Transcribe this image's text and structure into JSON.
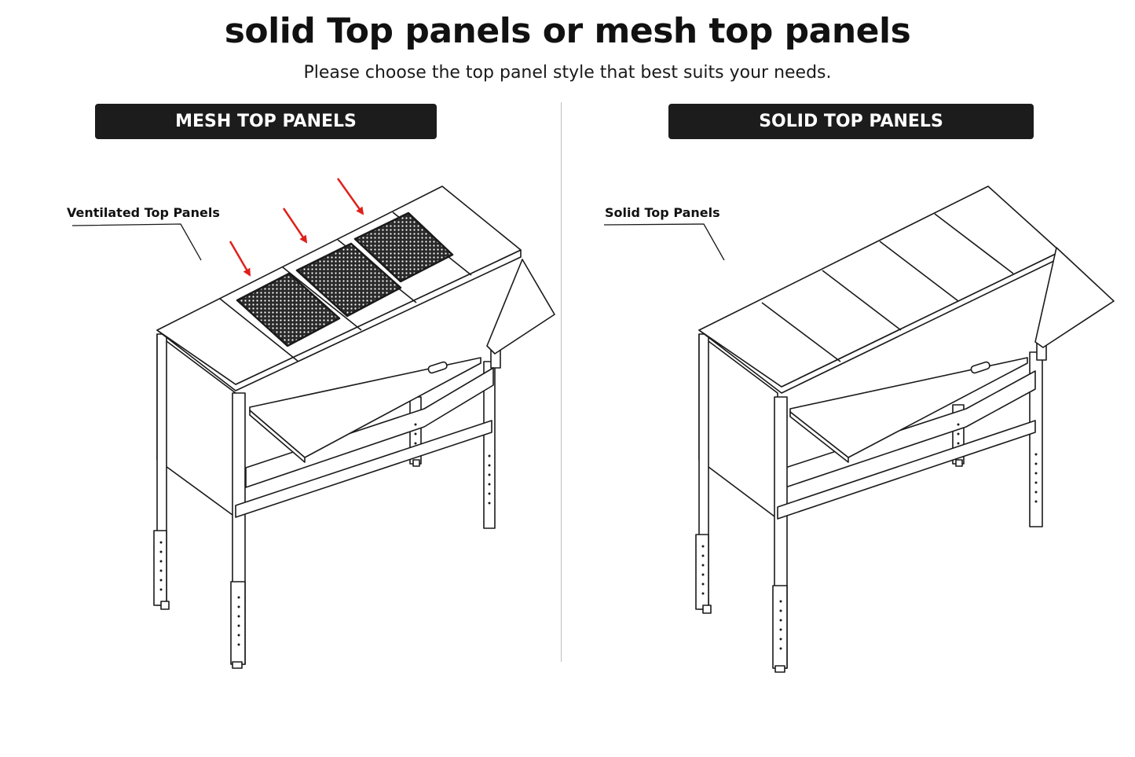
{
  "header": {
    "title": "solid Top panels or mesh top panels",
    "subtitle": "Please choose the top panel style that best suits your needs."
  },
  "panels": {
    "mesh": {
      "tag": "MESH TOP PANELS",
      "callout": "Ventilated Top Panels"
    },
    "solid": {
      "tag": "SOLID TOP PANELS",
      "callout": "Solid Top Panels"
    }
  },
  "colors": {
    "tag_background": "#1c1c1c",
    "tag_text": "#ffffff",
    "arrow": "#e0201b",
    "line_art": "#1a1a1a",
    "divider": "#bdbdbd"
  }
}
